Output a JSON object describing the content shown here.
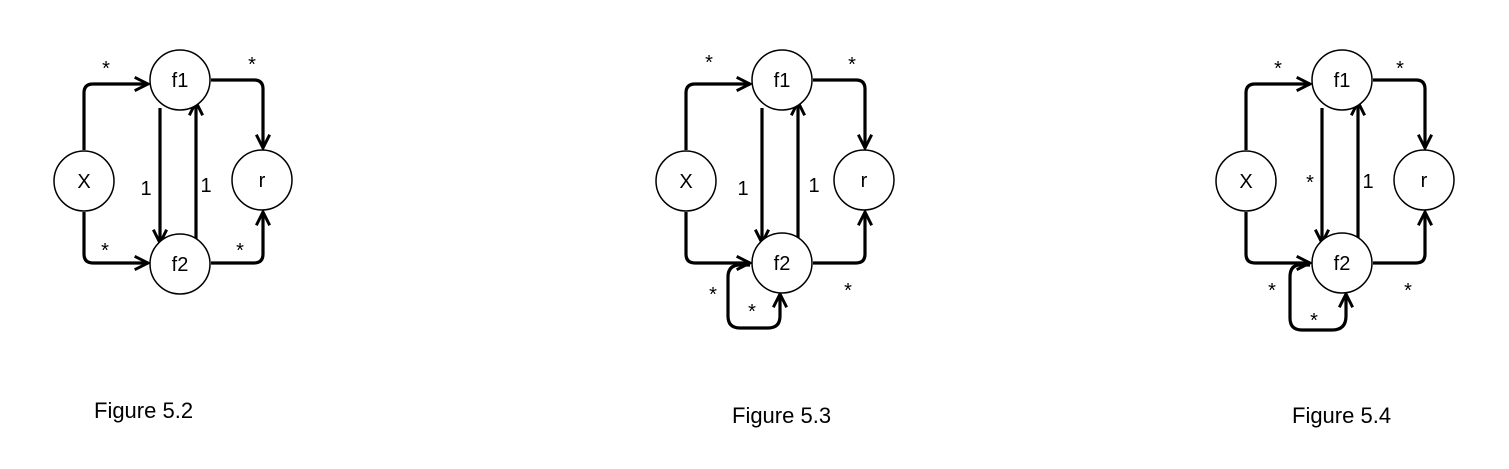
{
  "figures": [
    {
      "caption": "Figure 5.2",
      "nodes": [
        "X",
        "f1",
        "f2",
        "r"
      ],
      "edges": [
        {
          "from": "X",
          "to": "f1",
          "label": "*"
        },
        {
          "from": "X",
          "to": "f2",
          "label": "*"
        },
        {
          "from": "f1",
          "to": "f2",
          "label": "1"
        },
        {
          "from": "f2",
          "to": "f1",
          "label": "1"
        },
        {
          "from": "f1",
          "to": "r",
          "label": "*"
        },
        {
          "from": "f2",
          "to": "r",
          "label": "*"
        }
      ]
    },
    {
      "caption": "Figure 5.3",
      "nodes": [
        "X",
        "f1",
        "f2",
        "r"
      ],
      "edges": [
        {
          "from": "X",
          "to": "f1",
          "label": "*"
        },
        {
          "from": "X",
          "to": "f2",
          "label": ""
        },
        {
          "from": "f1",
          "to": "f2",
          "label": "1"
        },
        {
          "from": "f2",
          "to": "f1",
          "label": "1"
        },
        {
          "from": "f1",
          "to": "r",
          "label": "*"
        },
        {
          "from": "f2",
          "to": "r",
          "label": "*"
        },
        {
          "from": "f2",
          "to": "f2",
          "label": "*",
          "label2": "*"
        }
      ]
    },
    {
      "caption": "Figure 5.4",
      "nodes": [
        "X",
        "f1",
        "f2",
        "r"
      ],
      "edges": [
        {
          "from": "X",
          "to": "f1",
          "label": "*"
        },
        {
          "from": "X",
          "to": "f2",
          "label": ""
        },
        {
          "from": "f1",
          "to": "f2",
          "label": "*"
        },
        {
          "from": "f2",
          "to": "f1",
          "label": "1"
        },
        {
          "from": "f1",
          "to": "r",
          "label": "*"
        },
        {
          "from": "f2",
          "to": "r",
          "label": "*"
        },
        {
          "from": "f2",
          "to": "f2",
          "label": "*",
          "label2": "*"
        }
      ]
    }
  ]
}
